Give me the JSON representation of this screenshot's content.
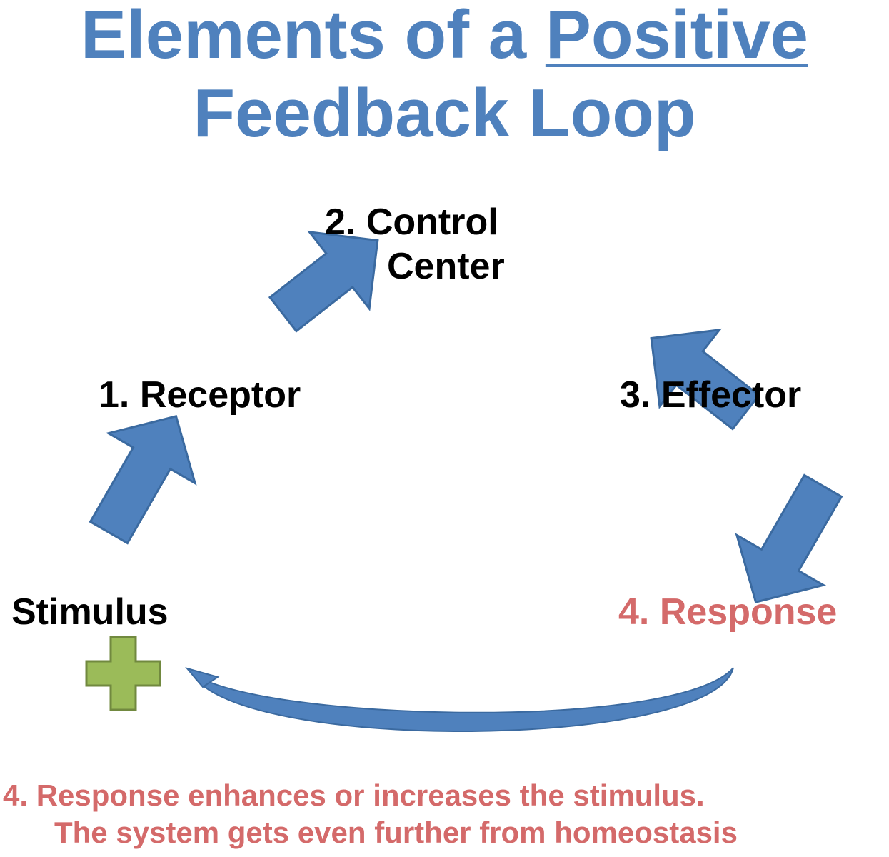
{
  "title": {
    "line1_prefix": "Elements of a ",
    "line1_emphasis": "Positive",
    "line2": "Feedback Loop"
  },
  "nodes": {
    "control_center": {
      "line1": "2.  Control",
      "line2": "Center"
    },
    "receptor": "1.  Receptor",
    "effector": "3.  Effector",
    "stimulus": "Stimulus",
    "response": "4.  Response"
  },
  "caption": {
    "line1": "4.  Response enhances or increases the stimulus.",
    "line2": "The system gets even further from homeostasis"
  },
  "colors": {
    "title": "#4f81bd",
    "arrow_fill": "#4f81bd",
    "arrow_stroke": "#3b6aa0",
    "response_text": "#d46a6a",
    "plus_fill": "#9bbb59",
    "plus_stroke": "#71893f"
  },
  "icons": {
    "arrows": "block-arrow",
    "feedback": "curved-arrow",
    "plus": "plus-icon"
  }
}
